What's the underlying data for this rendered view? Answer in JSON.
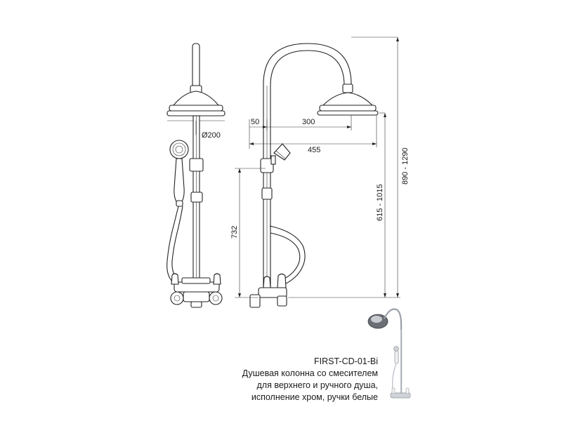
{
  "dimensions": {
    "head_diameter": "Ø200",
    "offset_small": "50",
    "offset_head": "300",
    "reach_total": "455",
    "height_mixer": "732",
    "height_holder": "615 - 1015",
    "height_total": "890 - 1290"
  },
  "caption": {
    "model": "FIRST-CD-01-Bi",
    "line1": "Душевая колонна со смесителем",
    "line2": "для верхнего и ручного душа,",
    "line3": "исполнение хром, ручки белые"
  }
}
